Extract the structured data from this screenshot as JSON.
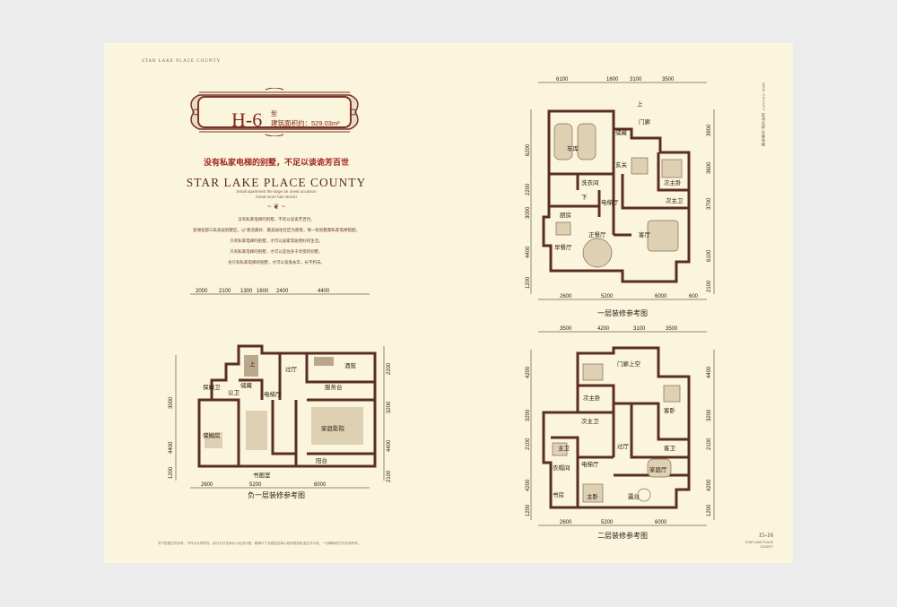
{
  "left_page": {
    "header": "STAR LAKE PLACE COUNTY",
    "plaque": {
      "type": "H-6",
      "type_suffix": "型",
      "area_label": "建筑面积约：529.03m²"
    },
    "slogan": "没有私家电梯的别墅，不足以谈诡芳百世",
    "title": "STAR LAKE PLACE COUNTY",
    "subtitle_1": "Small apartment the large an onest occasion",
    "subtitle_2": "Great more has struck!",
    "ornament": "~ ❦ ~",
    "paragraphs": [
      "没有私家电梯的别墅，不足以谈诡芳百世。",
      "星湖名郡三栋高层别墅区，以“建造最好、最美居住社区为愿景，每一栋别墅都私家电梯搭配。",
      "只有私家电梯的别墅，才可以居家常居更好的生活。",
      "只有私家电梯的别墅，才可以是住多于享受的别墅，",
      "也只有私家电梯的别墅，才可以谈诡永年，长不朽去。"
    ],
    "basement_plan": {
      "title": "负一层装修参考图",
      "top_dims": [
        "2000",
        "2100",
        "1300",
        "1600",
        "2400",
        "4400"
      ],
      "bottom_dims": [
        "2600",
        "5200",
        "6000"
      ],
      "left_dims": [
        "3000",
        "4400",
        "1200"
      ],
      "right_dims": [
        "2200",
        "3200",
        "4400",
        "2100"
      ],
      "rooms": [
        "保姆卫",
        "公卫",
        "储藏",
        "电梯厅",
        "过厅",
        "酒窖",
        "服务台",
        "保姆房",
        "书画室",
        "家庭影院",
        "阳台",
        "上"
      ]
    },
    "footnote": "本户型图仅供参考，不作为合同附件。部分为开发商为小区设计图，精确尺寸及楼层结构以政府规划批准文件为准，一切解释权归开发商所有。"
  },
  "right_page": {
    "side_text": "NEW COUNTY 星湖名郡 珍藏典藏",
    "floor1_plan": {
      "title": "一层装修参考图",
      "top_dims": [
        "6100",
        "1600",
        "3100",
        "3500"
      ],
      "bottom_dims": [
        "2600",
        "5200",
        "6000",
        "600"
      ],
      "left_dims": [
        "6200",
        "2200",
        "3000",
        "4400",
        "1200"
      ],
      "right_dims": [
        "3900",
        "3600",
        "3700",
        "6100",
        "2100"
      ],
      "rooms": [
        "车库",
        "储藏",
        "门廊",
        "玄关",
        "次主卧",
        "洗衣间",
        "次主卫",
        "厨房",
        "早餐厅",
        "电梯厅",
        "正餐厅",
        "客厅",
        "上",
        "下"
      ]
    },
    "floor2_plan": {
      "title": "二层装修参考图",
      "top_dims": [
        "3500",
        "4200",
        "3100",
        "3500"
      ],
      "bottom_dims": [
        "2600",
        "5200",
        "6000"
      ],
      "left_dims": [
        "4200",
        "3200",
        "2100",
        "4200",
        "1200"
      ],
      "right_dims": [
        "4400",
        "3200",
        "2100",
        "4200",
        "1200"
      ],
      "rooms": [
        "门廊上空",
        "次主卧",
        "次主卫",
        "客卧",
        "客卫",
        "主卫",
        "电梯厅",
        "过厅",
        "家庭厅",
        "衣帽间",
        "书房",
        "主卧",
        "露台"
      ]
    },
    "page_number": "15-16",
    "page_sub_1": "STAR LAKE PLACE",
    "page_sub_2": "COUNTY"
  }
}
